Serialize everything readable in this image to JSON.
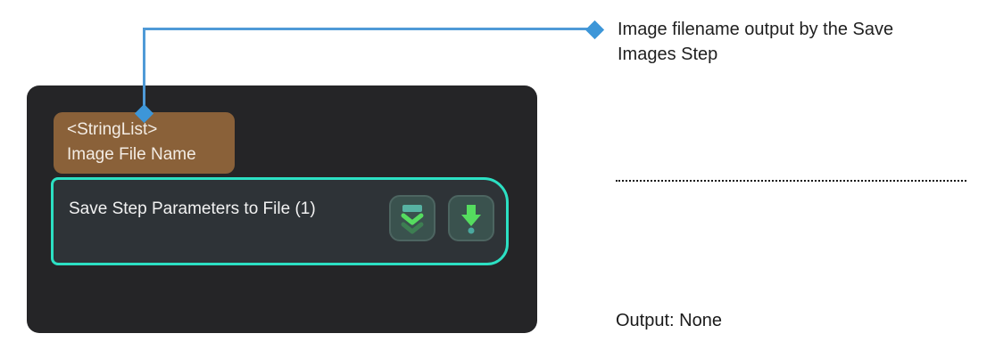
{
  "annotation": {
    "label": "Image filename output by the Save Images Step"
  },
  "canvas": {
    "port_tag": {
      "type_label": "<StringList>",
      "name_label": "Image File Name"
    },
    "node": {
      "title": "Save Step Parameters to File (1)",
      "buttons": [
        {
          "name": "expand-parameters",
          "icon": "double-chevron-down-icon"
        },
        {
          "name": "output-flag",
          "icon": "down-arrow-dot-icon"
        }
      ]
    }
  },
  "right_panel": {
    "output_status": "Output: None"
  },
  "colors": {
    "connector_blue": "#4f9ad7",
    "diamond_blue": "#3d96d8",
    "panel_bg": "#252527",
    "tag_bg": "#8a6139",
    "node_bg": "#2e3337",
    "node_border": "#2ce0c3",
    "button_bg": "#3a524e",
    "icon_green": "#55dc5f",
    "icon_teal": "#57b2a2",
    "icon_dim_green": "#3d7e52"
  }
}
